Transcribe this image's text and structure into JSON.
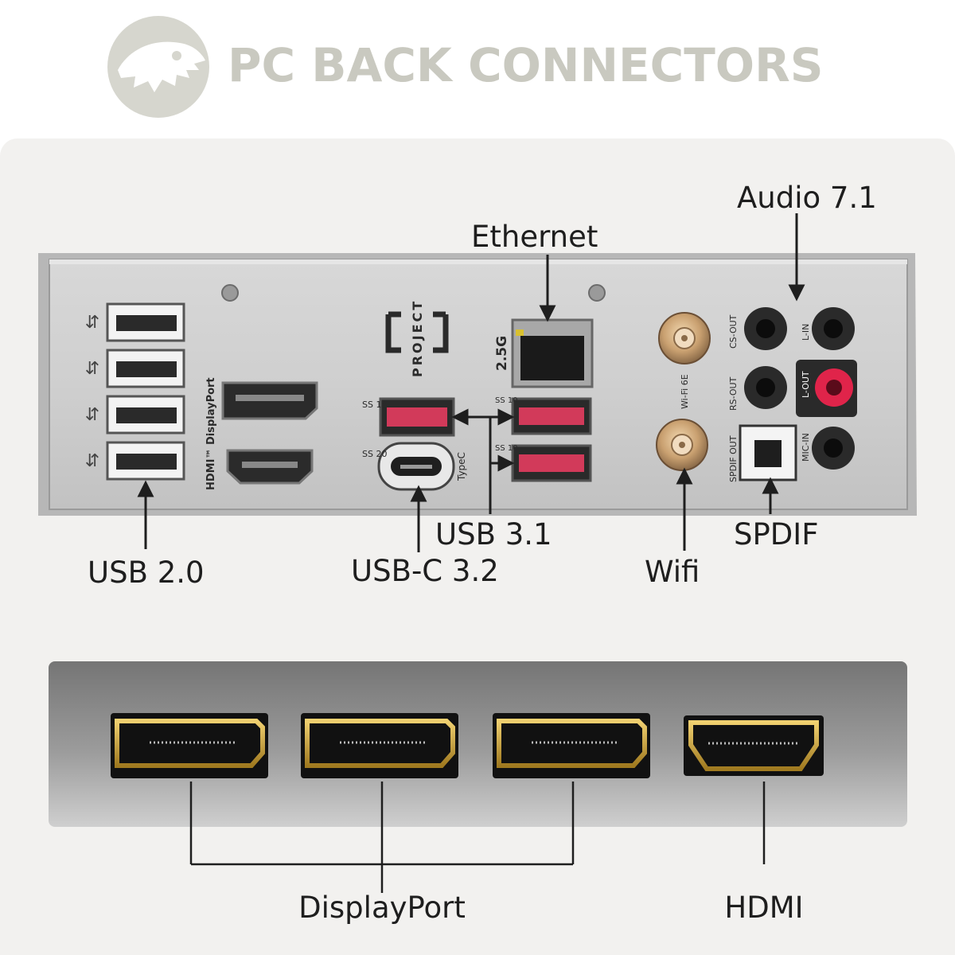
{
  "header": {
    "title": "PC BACK CONNECTORS",
    "logo_icon": "dinosaur-skull-logo"
  },
  "io_panel": {
    "labels": {
      "usb2": "USB 2.0",
      "usbc": "USB-C 3.2",
      "usb31": "USB 3.1",
      "ethernet": "Ethernet",
      "wifi": "Wifi",
      "audio": "Audio 7.1",
      "spdif": "SPDIF"
    },
    "printed": {
      "project": "PROJECT",
      "g25": "2.5G",
      "wifi6e": "Wi-Fi 6E",
      "hdmi_dp": "HDMI™ DisplayPort",
      "typec": "TypeC",
      "cs_out": "CS-OUT",
      "l_in": "L-IN",
      "rs_out": "RS-OUT",
      "l_out": "L-OUT",
      "spdif_out": "SPDIF OUT",
      "mic_in": "MIC-IN",
      "ss10_a": "SS 10",
      "ss10_b": "SS 10",
      "ss10_c": "SS 10",
      "ss20": "SS 20"
    }
  },
  "gpu_panel": {
    "labels": {
      "displayport": "DisplayPort",
      "hdmi": "HDMI"
    }
  },
  "colors": {
    "title": "#c9c9c0",
    "card": "#f2f1ef",
    "usb31_red": "#d23a5a",
    "gold": "#c9a53a",
    "audio_pink": "#e0244a"
  }
}
